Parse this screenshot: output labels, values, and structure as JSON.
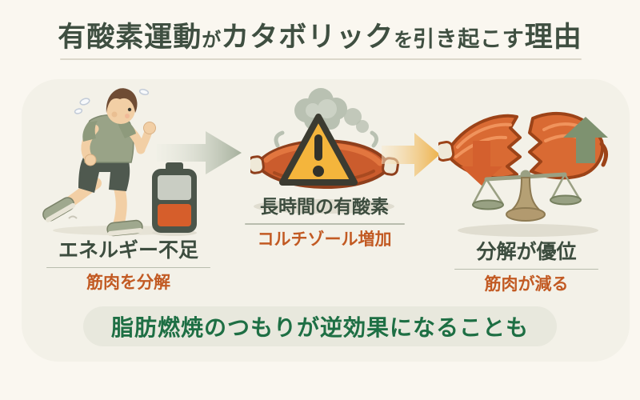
{
  "title": {
    "seg_main1": "有酸素運動",
    "seg_particle1": "が",
    "seg_main2": "カタボリック",
    "seg_particle2": "を",
    "seg_mid": "引き起こす",
    "seg_main3": "理由"
  },
  "steps": [
    {
      "label": "エネルギー不足",
      "sublabel": "筋肉を分解"
    },
    {
      "label": "長時間の有酸素",
      "sublabel": "コルチゾール増加"
    },
    {
      "label": "分解が優位",
      "sublabel": "筋肉が減る"
    }
  ],
  "footer": {
    "text": "脂肪燃焼のつもりが逆効果になることも"
  },
  "icons": {
    "runner": "running-person",
    "battery": "low-battery",
    "arrow1": "right-arrow-green",
    "arrow2": "right-arrow-yellow",
    "muscle_warning": "muscle-with-warning-triangle",
    "smoke": "steam-clouds",
    "torn_muscle": "torn-muscle",
    "down_arrow": "decrease-arrow",
    "up_arrow": "increase-arrow",
    "scale": "balance-scale"
  },
  "colors": {
    "background": "#faf7f0",
    "panel": "#f3f1e8",
    "title_green": "#3f4f41",
    "label_green": "#3d4d3f",
    "accent_orange": "#c25a23",
    "footer_green": "#1e6f44",
    "pill_bg": "#e8e8dd",
    "muscle_fill": "#cb5c2d",
    "muscle_outline": "#8f3f1c",
    "warning_yellow": "#f4b53c",
    "warning_border": "#3b3b31",
    "arrow_green": "#a6b09d",
    "arrow_yellow": "#edb14a",
    "down_arrow_orange": "#d4602e",
    "up_arrow_green": "#7e9270",
    "battery_body": "#4b554a",
    "battery_low": "#d65e2b",
    "smoke_gray": "#b9c1b2"
  }
}
